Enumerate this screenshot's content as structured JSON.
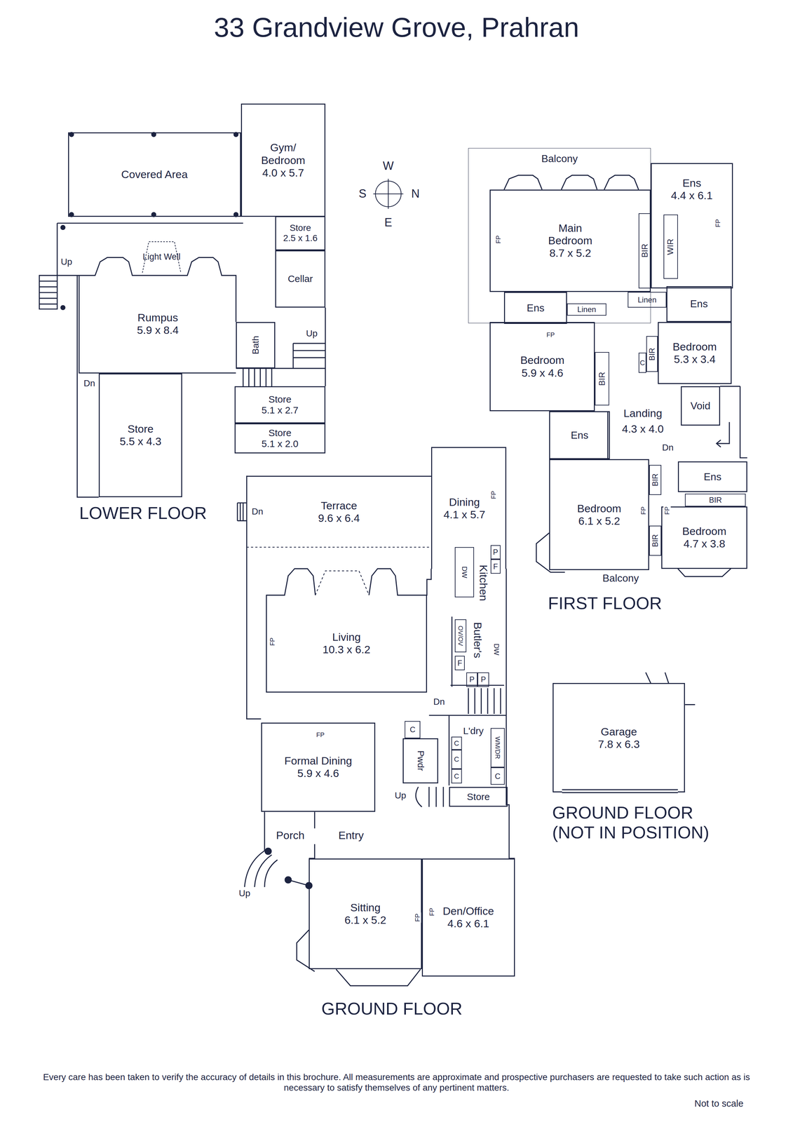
{
  "diagram": {
    "title": "33 Grandview Grove, Prahran",
    "caption": "Every care has been taken to verify the accuracy of details in this brochure. All measurements are approximate and prospective purchasers are requested to take such action as is necessary to satisfy themselves of any pertinent matters.",
    "nodes": [
      {
        "text": [
          "Covered Area"
        ]
      },
      {
        "text": [
          "Gym/ Bedroom",
          "4.0 x 5.7"
        ]
      },
      {
        "text": [
          "Light Well"
        ]
      },
      {
        "text": [
          "Store",
          "2.5 x 1.6"
        ]
      },
      {
        "text": [
          "Cellar"
        ]
      },
      {
        "text": [
          "Rumpus",
          "5.9 x 8.4"
        ]
      },
      {
        "text": [
          "Bath"
        ]
      },
      {
        "text": [
          "Store",
          "5.1 x 2.7"
        ]
      },
      {
        "text": [
          "Store",
          "5.1 x 2.0"
        ]
      },
      {
        "text": [
          "Store",
          "5.5 x 4.3"
        ]
      },
      {
        "text": [
          "Terrace",
          "9.6 x 6.4"
        ]
      },
      {
        "text": [
          "Dining",
          "4.1 x 5.7"
        ]
      },
      {
        "text": [
          "DW"
        ]
      },
      {
        "text": [
          "P"
        ]
      },
      {
        "text": [
          "F"
        ]
      },
      {
        "text": [
          "OV/OV"
        ]
      },
      {
        "text": [
          "F"
        ]
      },
      {
        "text": [
          "P"
        ]
      },
      {
        "text": [
          "P"
        ]
      },
      {
        "text": [
          "Living",
          "10.3 x 6.2"
        ]
      },
      {
        "text": [
          "Formal Dining",
          "5.9 x 4.6"
        ]
      },
      {
        "text": [
          "C"
        ]
      },
      {
        "text": [
          "Pwdr"
        ]
      },
      {
        "text": [
          "C"
        ]
      },
      {
        "text": [
          "C"
        ]
      },
      {
        "text": [
          "C"
        ]
      },
      {
        "text": [
          "WM/DR"
        ]
      },
      {
        "text": [
          "C"
        ]
      },
      {
        "text": [
          "Store"
        ]
      },
      {
        "text": [
          "Sitting",
          "6.1 x 5.2"
        ]
      },
      {
        "text": [
          "Den/Office",
          "4.6 x 6.1"
        ]
      },
      {
        "text": [
          "Balcony"
        ]
      },
      {
        "text": [
          "Main Bedroom",
          "8.7 x 5.2"
        ]
      },
      {
        "text": [
          "Ens",
          "4.4 x 6.1"
        ]
      },
      {
        "text": [
          "BIR"
        ]
      },
      {
        "text": [
          "WIR"
        ]
      },
      {
        "text": [
          "Ens"
        ]
      },
      {
        "text": [
          "Linen"
        ]
      },
      {
        "text": [
          "Linen"
        ]
      },
      {
        "text": [
          "Ens"
        ]
      },
      {
        "text": [
          "Bedroom",
          "5.9 x 4.6"
        ]
      },
      {
        "text": [
          "BIR"
        ]
      },
      {
        "text": [
          "C"
        ]
      },
      {
        "text": [
          "BIR"
        ]
      },
      {
        "text": [
          "Bedroom",
          "5.3 x 3.4"
        ]
      },
      {
        "text": [
          "Ens"
        ]
      },
      {
        "text": [
          "Void"
        ]
      },
      {
        "text": [
          "Bedroom",
          "6.1 x 5.2"
        ]
      },
      {
        "text": [
          "BIR"
        ]
      },
      {
        "text": [
          "BIR"
        ]
      },
      {
        "text": [
          "Ens"
        ]
      },
      {
        "text": [
          "BIR"
        ]
      },
      {
        "text": [
          "Bedroom",
          "4.7 x 3.8"
        ]
      },
      {
        "text": [
          "Garage",
          "7.8 x 6.3"
        ]
      }
    ],
    "labels": [
      "W",
      "S",
      "N",
      "E",
      "Up",
      "Dn",
      "Up",
      "LOWER FLOOR",
      "Dn",
      "FP",
      "Kitchen",
      "Butler's",
      "DW",
      "FP",
      "Dn",
      "L'dry",
      "FP",
      "Up",
      "Porch",
      "Entry",
      "Up",
      "FP",
      "FP",
      "GROUND FLOOR",
      "FP",
      "FP",
      "FP",
      "Landing",
      "4.3 x 4.0",
      "Dn",
      "FP",
      "FP",
      "Balcony",
      "FIRST FLOOR",
      "GROUND FLOOR (NOT IN POSITION)",
      "Not to scale"
    ]
  }
}
